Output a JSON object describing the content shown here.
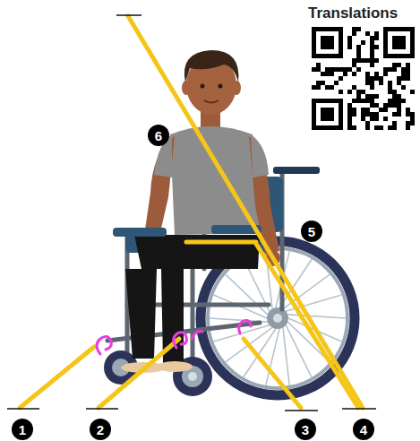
{
  "diagram": {
    "nodes": [
      {
        "text": [
          "6"
        ]
      },
      {
        "text": [
          "5"
        ]
      },
      {
        "text": [
          "1"
        ]
      },
      {
        "text": [
          "2"
        ]
      },
      {
        "text": [
          "3"
        ]
      },
      {
        "text": [
          "4"
        ]
      }
    ],
    "labels": [
      "Translations"
    ]
  }
}
